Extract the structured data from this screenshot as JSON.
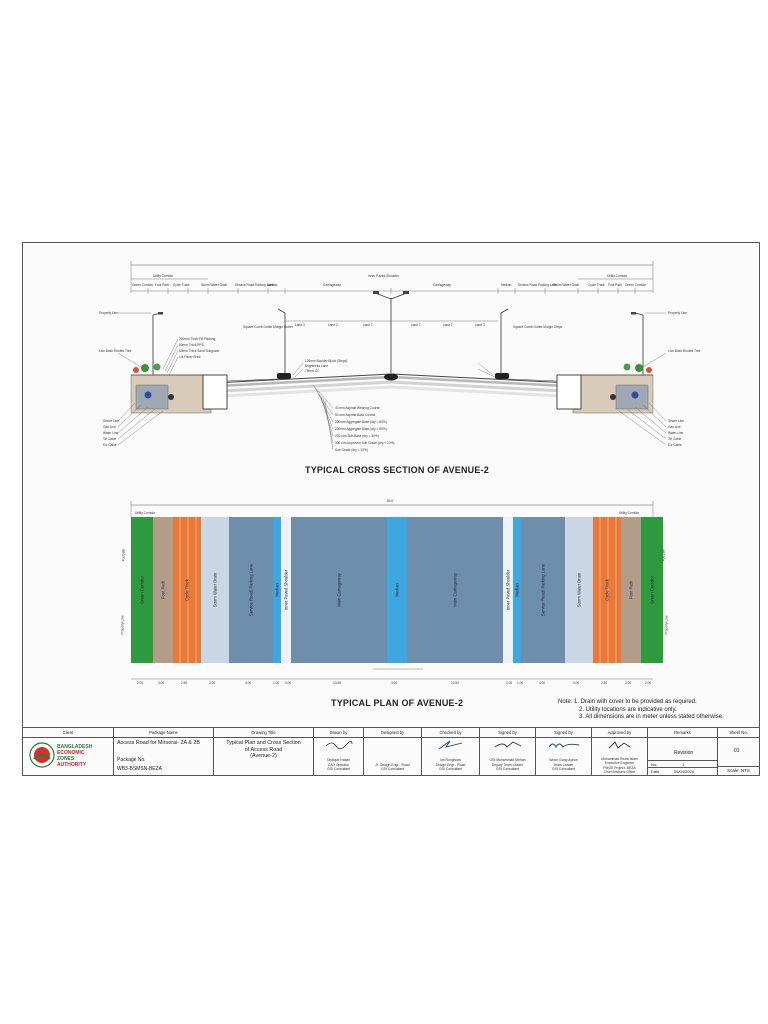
{
  "cross_section": {
    "title": "TYPICAL CROSS SECTION OF AVENUE-2",
    "labels_top": [
      "Utility Corridor",
      "Green Corridor",
      "Foot Path",
      "Cycle Track",
      "Storm Water Drain",
      "Service Road Parking Lane",
      "Median",
      "Carriageway",
      "Inner Paved Shoulder",
      "Carriageway",
      "Median",
      "Service Road Parking Lane",
      "Storm Water Drain",
      "Cycle Track",
      "Foot Path",
      "Green Corridor",
      "Utility Corridor"
    ],
    "lane_labels": [
      "Lane 3",
      "Lane 2",
      "Lane 1",
      "Lane 1",
      "Lane 2",
      "Lane 3"
    ],
    "left_callouts": [
      "Property Line",
      "Live Bush Rooted Tree",
      "300mm Thick Fill Pitching",
      "60mm Thick RPS",
      "60mm Thick Sand Subgrade",
      "Lot Paver Brick"
    ],
    "right_callouts": [
      "Property Line",
      "Live Bush Rooted Tree",
      "Sewer Line",
      "Gas Line",
      "Water Line",
      "Tel Cable",
      "Elc Cable"
    ],
    "left_lower_callouts": [
      "Sewer Line",
      "Gas Line",
      "Water Line",
      "Tel Cable",
      "Elc Cable"
    ],
    "center_callouts": [
      "40 mm Asphalt Wearing Course",
      "50 mm Asphalt Base Course",
      "200mm Aggregate Base (dry = 80%)",
      "200mm Aggregate Base (dry = 60%)",
      "200 mm Sub-Base (dry = 30%)",
      "300 mm Improved Sub Grade (dry = 10%)",
      "Sub Grade (dry = 10%)"
    ],
    "mid_callouts": [
      "125mm Boulder Block (Strips)",
      "Brightness Lane",
      "75mm CC"
    ],
    "kerb_callouts": [
      "Square Comb Gutter Margin Gutter",
      "Square Comb Gutter Margin Strips"
    ]
  },
  "plan": {
    "title": "TYPICAL PLAN OF AVENUE-2",
    "strip_labels": [
      "Green Corridor",
      "Foot Path",
      "Cycle Track",
      "Storm Water Drain",
      "Service Road/ Parking Lane",
      "Median",
      "Inner Paved Shoulder",
      "Main Carriageway",
      "Median",
      "Main Carriageway",
      "Inner Paved Shoulder",
      "Median",
      "Service Road/ Parking Lane",
      "Storm Water Drain",
      "Cycle Track",
      "Foot Path",
      "Green Corridor"
    ],
    "edge_labels": [
      "Property Line",
      "Property Line"
    ],
    "side_labels": [
      "Footpath",
      "Footpath"
    ],
    "utility_labels": [
      "Utility Corridor",
      "Utility Corridor"
    ],
    "overall_dimension": "80.0",
    "bottom_dims": [
      "2.00",
      "3.00",
      "2.50",
      "3.00",
      "4.00",
      "1.00",
      "3.00",
      "10.50",
      "3.00",
      "10.50",
      "3.00",
      "1.00",
      "4.00",
      "3.00",
      "2.50",
      "3.00",
      "2.00"
    ]
  },
  "notes": [
    "Note: 1. Drain with cover to be provided as required.",
    "2. Utility locations are indicative only.",
    "3. All dimensions are in meter unless stated otherwise."
  ],
  "title_block": {
    "headers": [
      "Client",
      "Package Name",
      "Drawing Title",
      "Drawn by",
      "Designed by",
      "Checked by",
      "Signed by",
      "Signed by",
      "Approved by",
      "Remarks",
      "Sheet No."
    ],
    "client": [
      "BANGLADESH",
      "ECONOMIC",
      "ZONES",
      "AUTHORITY"
    ],
    "package_name": "Access Road for Mirsorai- 2A & 2B",
    "package_no_label": "Package No.",
    "package_no": "WB3-BSMSN-BEZA",
    "drawing_title": [
      "Typical Plan and Cross Section",
      "of Access Road",
      "(Avenue-2)"
    ],
    "drawn_by": [
      "Tayfique Hasan",
      "CAD Operator",
      "GSI Consultant"
    ],
    "designed_by": [
      "Jr. Design Engr - Road",
      "GSI Consultant"
    ],
    "checked_by": [
      "Imi Rongbook",
      "Design Engr - Road",
      "GSI Consultant"
    ],
    "signed_by_1": [
      "GSI Muhammad Mohan",
      "Deputy Team Leader",
      "GSI Consultant"
    ],
    "signed_by_2": [
      "Woon Gung Ayeon",
      "Team Leader",
      "GSI Consultant"
    ],
    "approved_by": [
      "Mohammad Rezai Islam",
      "Executive Engineer",
      "PMOE Project- BEZA",
      "Chief Advisers Office"
    ],
    "revision_label": "Revision",
    "no_label": "No.",
    "no_value": "1",
    "date_label": "Date",
    "date_value": "05/04/2024",
    "sheet_no": "01",
    "scale": "Scale: NTS"
  },
  "colors": {
    "green": "#2e9a3e",
    "tan": "#b39c88",
    "orange": "#e8793a",
    "light_blue": "#c9d6e3",
    "slate": "#6f8eab",
    "cyan": "#3ea7e0",
    "soil": "#d8cbb8"
  }
}
